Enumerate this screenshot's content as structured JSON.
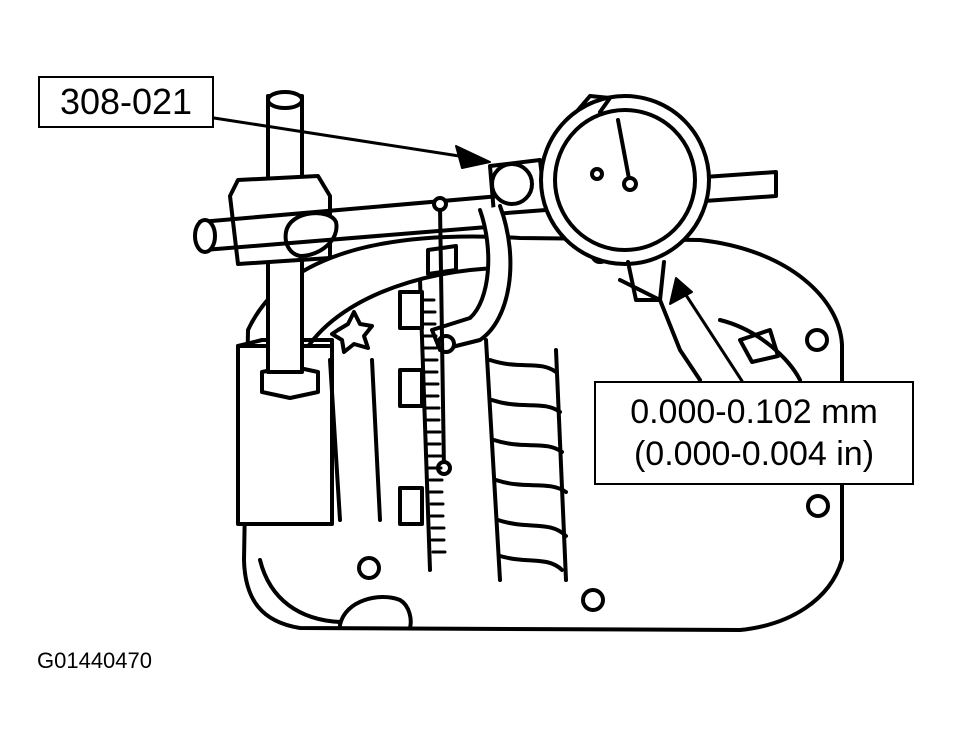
{
  "callouts": {
    "tool_number": "308-021",
    "spec_mm": "0.000-0.102 mm",
    "spec_in": "(0.000-0.004 in)"
  },
  "figure_id": "G01440470",
  "colors": {
    "ink": "#000000",
    "paper": "#ffffff"
  }
}
